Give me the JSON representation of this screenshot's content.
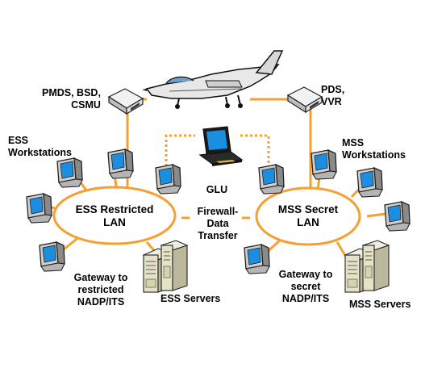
{
  "labels": {
    "aircraft_left": [
      "PMDS, BSD,",
      "CSMU"
    ],
    "aircraft_right": [
      "PDS,",
      "VVR"
    ],
    "ess_workstations": [
      "ESS",
      "Workstations"
    ],
    "mss_workstations": [
      "MSS",
      "Workstations"
    ],
    "ess_lan": [
      "ESS Restricted",
      "LAN"
    ],
    "mss_lan": [
      "MSS Secret",
      "LAN"
    ],
    "glu": "GLU",
    "firewall": [
      "Firewall-",
      "Data",
      "Transfer"
    ],
    "gateway_restricted": [
      "Gateway to",
      "restricted",
      "NADP/ITS"
    ],
    "gateway_secret": [
      "Gateway  to",
      "secret",
      "NADP/ITS"
    ],
    "ess_servers": "ESS Servers",
    "mss_servers": "MSS Servers"
  },
  "colors": {
    "link": "#f5a033",
    "lan_ring": "#f5a033",
    "monitor_screen": "#1b8ee0",
    "monitor_body": "#c8c8c8",
    "server_body": "#e6e2c6"
  }
}
